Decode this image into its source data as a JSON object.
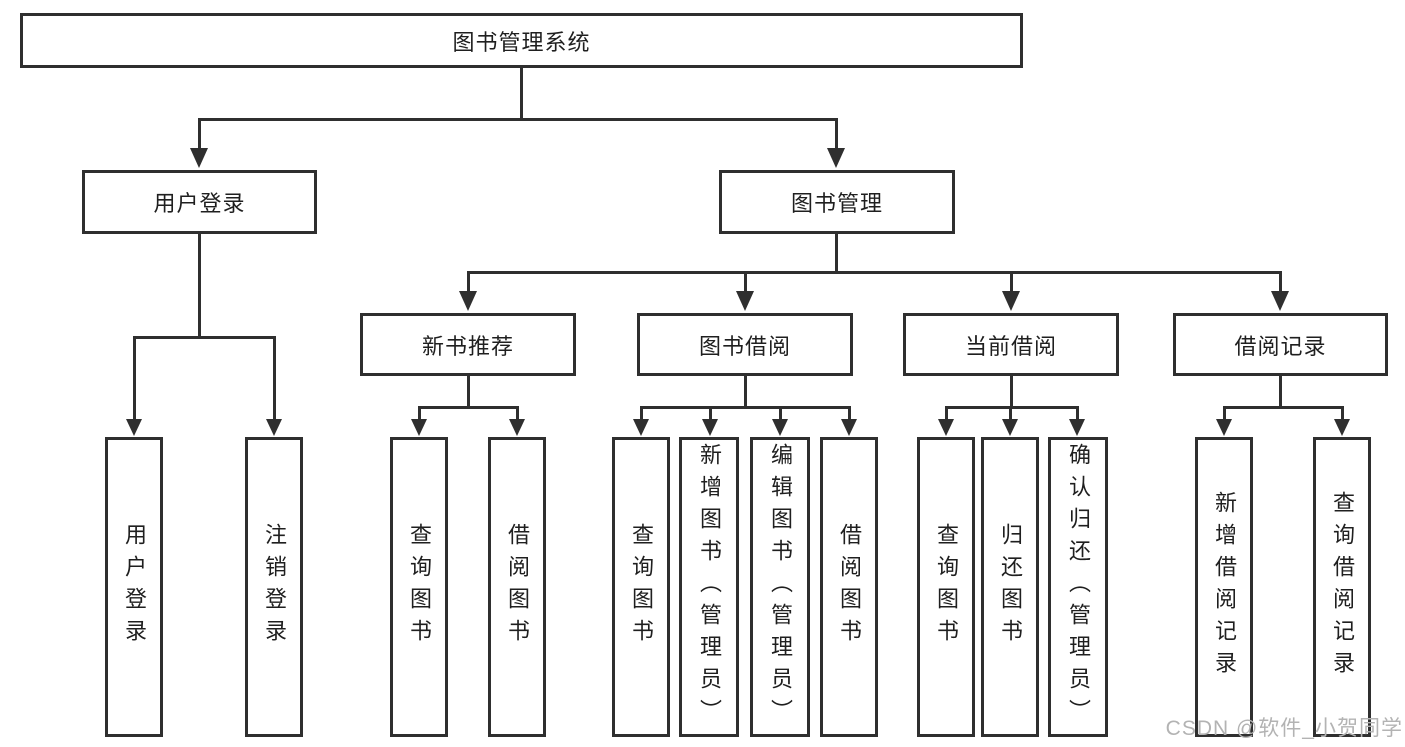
{
  "tree": {
    "root": {
      "label": "图书管理系统"
    },
    "branches": [
      {
        "label": "用户登录",
        "children": [
          {
            "label": "用户登录"
          },
          {
            "label": "注销登录"
          }
        ]
      },
      {
        "label": "图书管理",
        "children": [
          {
            "label": "新书推荐",
            "children": [
              {
                "label": "查询图书"
              },
              {
                "label": "借阅图书"
              }
            ]
          },
          {
            "label": "图书借阅",
            "children": [
              {
                "label": "查询图书"
              },
              {
                "label": "新增图书（管理员）"
              },
              {
                "label": "编辑图书（管理员）"
              },
              {
                "label": "借阅图书"
              }
            ]
          },
          {
            "label": "当前借阅",
            "children": [
              {
                "label": "查询图书"
              },
              {
                "label": "归还图书"
              },
              {
                "label": "确认归还（管理员）"
              }
            ]
          },
          {
            "label": "借阅记录",
            "children": [
              {
                "label": "新增借阅记录"
              },
              {
                "label": "查询借阅记录"
              }
            ]
          }
        ]
      }
    ]
  },
  "watermark": {
    "text": "CSDN @软件_小贺同学"
  },
  "colors": {
    "line": "#2f2f2f",
    "text": "#1f1f1f",
    "watermark": "#b3b3b3",
    "background": "#ffffff"
  }
}
